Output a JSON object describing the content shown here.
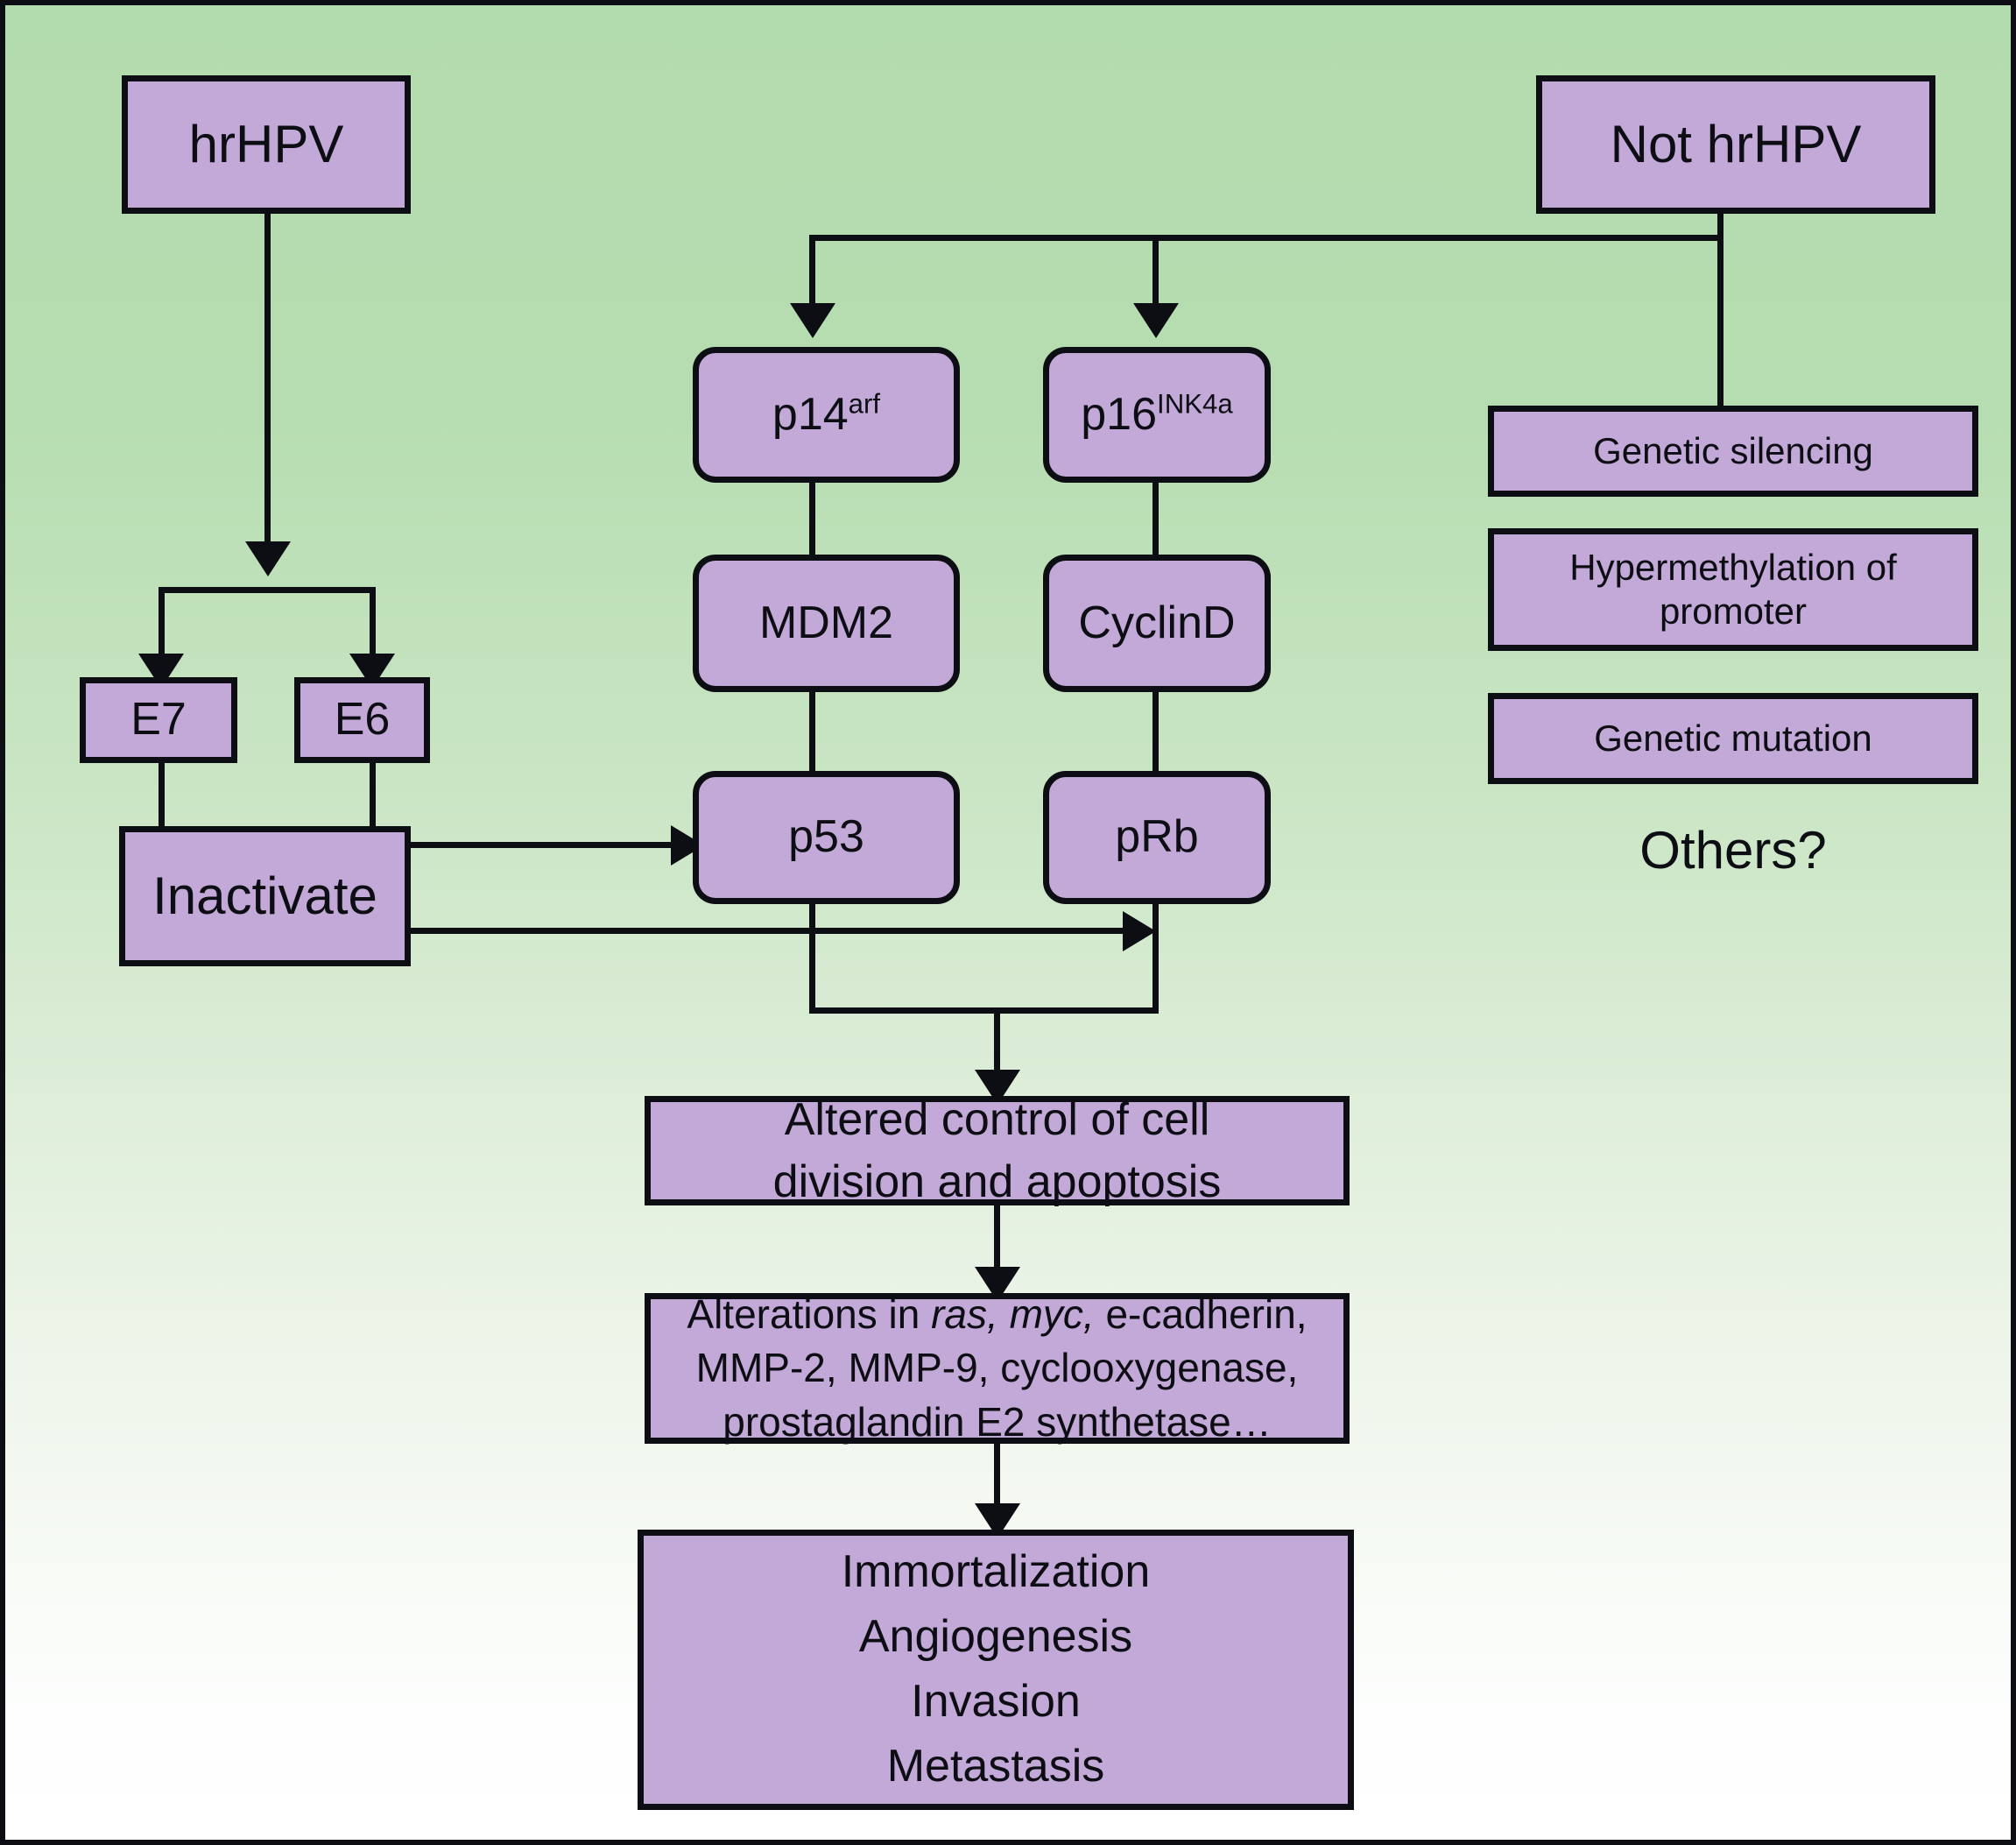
{
  "diagram": {
    "title": "HPV and non-HPV pathways to carcinogenesis",
    "background": {
      "top_color": "#b3dcae",
      "bottom_color": "#ffffff"
    },
    "node_fill": "#c2a9d7",
    "node_stroke": "#0d0d14",
    "nodes": {
      "hrhpv": "hrHPV",
      "not_hrhpv": "Not hrHPV",
      "e7": "E7",
      "e6": "E6",
      "inactivate": "Inactivate",
      "p14_base": "p14",
      "p14_sup": "arf",
      "p16_base": "p16",
      "p16_sup": "INK4a",
      "mdm2": "MDM2",
      "cyclind": "CyclinD",
      "p53": "p53",
      "prb": "pRb",
      "genetic_silencing": "Genetic silencing",
      "hypermethylation_line1": "Hypermethylation of",
      "hypermethylation_line2": "promoter",
      "genetic_mutation": "Genetic mutation",
      "others": "Others?",
      "altered_line1": "Altered control of cell",
      "altered_line2": "division and apoptosis",
      "alterations_line1_a": "Alterations in ",
      "alterations_line1_italic": "ras, myc,",
      "alterations_line1_b": " e-cadherin,",
      "alterations_line2": "MMP-2, MMP-9, cyclooxygenase,",
      "alterations_line3": "prostaglandin E2 synthetase…",
      "outcome_1": "Immortalization",
      "outcome_2": "Angiogenesis",
      "outcome_3": "Invasion",
      "outcome_4": "Metastasis"
    },
    "edges": [
      {
        "from": "hrHPV",
        "to": "E7 / E6",
        "style": "split-arrow"
      },
      {
        "from": "Not hrHPV",
        "to": "p14arf / p16INK4a",
        "style": "split-arrow"
      },
      {
        "from": "Not hrHPV",
        "to": "Genetic silencing",
        "style": "line"
      },
      {
        "from": "E7",
        "to": "Inactivate",
        "style": "line"
      },
      {
        "from": "E6",
        "to": "Inactivate",
        "style": "line"
      },
      {
        "from": "Inactivate",
        "to": "p53",
        "style": "arrow"
      },
      {
        "from": "Inactivate",
        "to": "pRb",
        "style": "arrow"
      },
      {
        "from": "p14arf",
        "to": "MDM2",
        "style": "line"
      },
      {
        "from": "MDM2",
        "to": "p53",
        "style": "line"
      },
      {
        "from": "p16INK4a",
        "to": "CyclinD",
        "style": "line"
      },
      {
        "from": "CyclinD",
        "to": "pRb",
        "style": "line"
      },
      {
        "from": "p53 / pRb",
        "to": "Altered control of cell division and apoptosis",
        "style": "merge-arrow"
      },
      {
        "from": "Altered control of cell division and apoptosis",
        "to": "Alterations in ras, myc, e-cadherin…",
        "style": "arrow"
      },
      {
        "from": "Alterations in ras, myc, e-cadherin…",
        "to": "Immortalization / Angiogenesis / Invasion / Metastasis",
        "style": "arrow"
      }
    ]
  }
}
